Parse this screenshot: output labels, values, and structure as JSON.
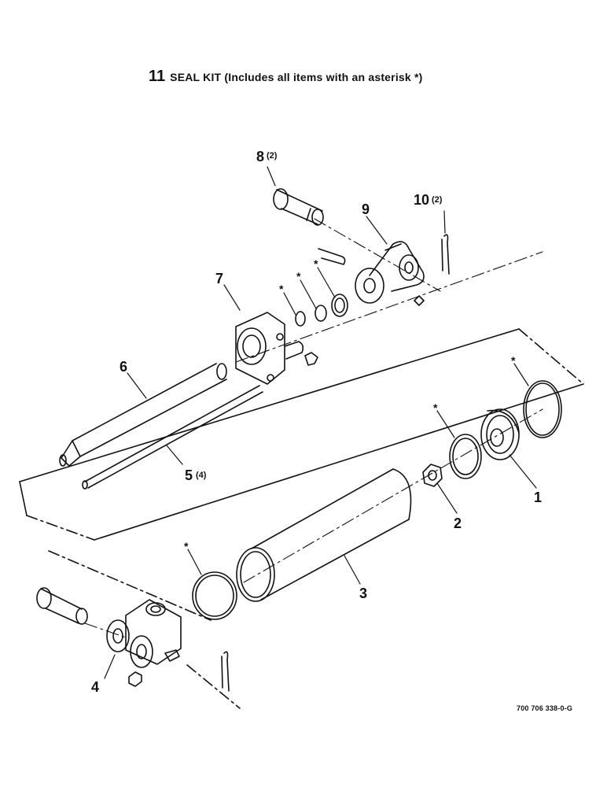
{
  "header": {
    "number": "11",
    "text": "SEAL KIT (Includes all items with an asterisk *)"
  },
  "labels": {
    "p1": "1",
    "p2": "2",
    "p3": "3",
    "p4": "4",
    "p5": "5",
    "p5_qty": "(4)",
    "p6": "6",
    "p7": "7",
    "p8": "8",
    "p8_qty": "(2)",
    "p9": "9",
    "p10": "10",
    "p10_qty": "(2)",
    "asterisk": "*"
  },
  "drawing_code": "700 706 338-0-G"
}
